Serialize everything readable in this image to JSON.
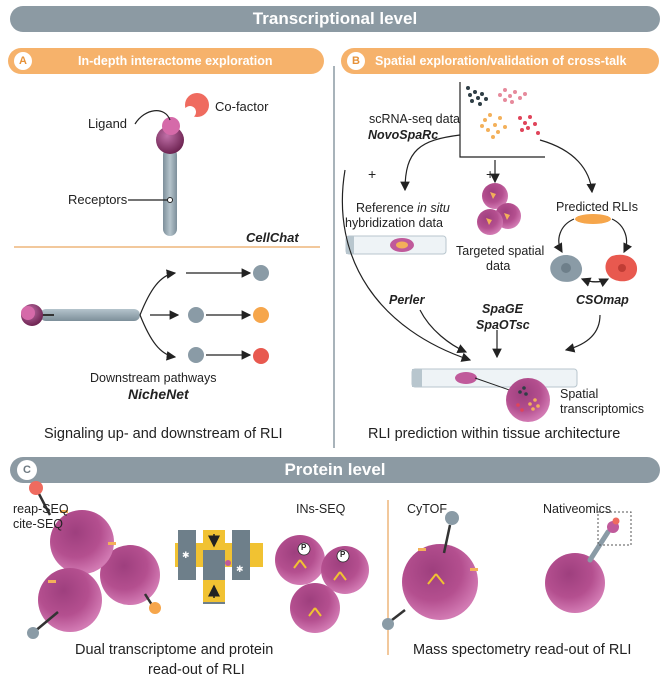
{
  "headers": {
    "transcriptional": "Transcriptional level",
    "protein": "Protein level"
  },
  "panel_a": {
    "letter": "A",
    "title": "In-depth interactome exploration",
    "labels": {
      "ligand": "Ligand",
      "cofactor": "Co-factor",
      "receptors": "Receptors"
    },
    "tool1": "CellChat",
    "downstream_label": "Downstream pathways",
    "tool2": "NicheNet",
    "caption": "Signaling up- and downstream of RLI"
  },
  "panel_b": {
    "letter": "B",
    "title": "Spatial exploration/validation of cross-talk",
    "scrna_label": "scRNA-seq data",
    "scrna_tool": "NovoSpaRc",
    "plus": "+",
    "ref_line1_pre": "Reference ",
    "ref_line1_em": "in situ",
    "ref_line2": "hybridization data",
    "targeted_line1": "Targeted spatial",
    "targeted_line2": "data",
    "predicted": "Predicted RLIs",
    "tool_perler": "Perler",
    "tool_spage": "SpaGE",
    "tool_spaotsc": "SpaOTsc",
    "tool_csomap": "CSOmap",
    "spatial_line1": "Spatial",
    "spatial_line2": "transcriptomics",
    "caption": "RLI prediction within tissue architecture"
  },
  "panel_c": {
    "letter": "C",
    "reap": "reap-SEQ",
    "cite": "cite-SEQ",
    "ins": "INs-SEQ",
    "cytof": "CyTOF",
    "nativeomics": "Nativeomics",
    "p_mark": "P",
    "caption_left_1": "Dual transcriptome and protein",
    "caption_left_2": "read-out of RLI",
    "caption_right": "Mass spectometry read-out of RLI"
  },
  "colors": {
    "header_bar": "#8c9aa3",
    "pill": "#f6b26b",
    "ligand": "#8e3a6e",
    "cell": "#c05a9b",
    "receptor": "#8a9ba6",
    "orange_dot": "#f6a64b",
    "red_dot": "#e8594f",
    "yellow": "#f1c232",
    "divider": "#e69138"
  }
}
